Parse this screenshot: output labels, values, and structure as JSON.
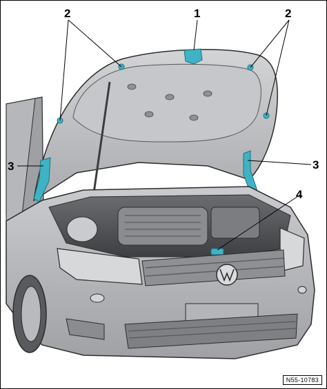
{
  "figure": {
    "reference_code": "N55-10783",
    "colors": {
      "highlight": "#3fb3c6",
      "body": "#c4c6c9",
      "hood_inner": "#b9bbbe",
      "dark": "#3a3c3f",
      "outline": "#2b2b2b"
    }
  },
  "callouts": [
    {
      "label": "1",
      "target": "hood-release-latch"
    },
    {
      "label": "2",
      "target": "hood-left-pad"
    },
    {
      "label": "2",
      "target": "hood-right-pad"
    },
    {
      "label": "3",
      "target": "left-hinge"
    },
    {
      "label": "3",
      "target": "right-hinge"
    },
    {
      "label": "4",
      "target": "lock-catch"
    }
  ]
}
